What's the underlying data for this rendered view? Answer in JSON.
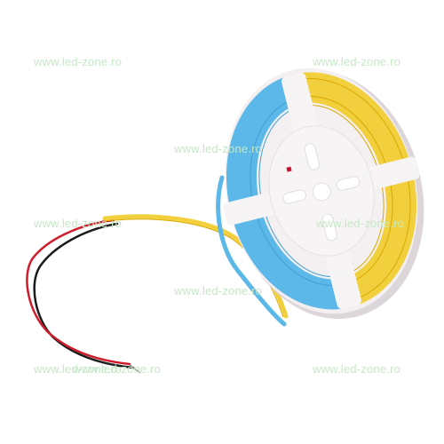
{
  "image": {
    "subject": "led-strip-reel",
    "colors": {
      "background": "#ffffff",
      "reel_body": "#f4f0f2",
      "reel_shadow": "#dcd6da",
      "strip_blue": "#5bb8e8",
      "strip_yellow": "#f2cf3c",
      "strip_yellow_edge": "#d9a800",
      "wire_red": "#d01b2b",
      "wire_black": "#1c1c1c",
      "watermark": "#c6e8c6"
    }
  },
  "watermarks": [
    "www.led-zone.ro",
    "www.led-zone.ro",
    "www.led-zone.ro",
    "www.led-zone.ro",
    "www.led-zone.ro",
    "www.led-zone.ro",
    "www.led-zone.ro",
    "www.led-zone.ro",
    "www.led-zone.ro"
  ]
}
